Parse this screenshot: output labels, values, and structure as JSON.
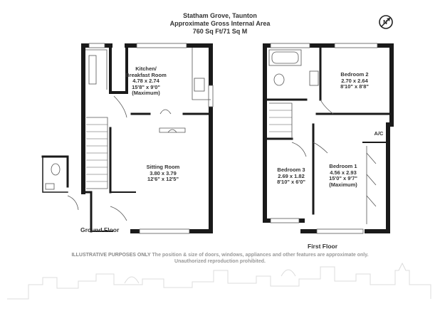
{
  "header": {
    "line1": "Statham Grove, Taunton",
    "line2": "Approximate Gross Internal Area",
    "line3": "760 Sq Ft/71 Sq M"
  },
  "compass": {
    "icon": "north-arrow-icon",
    "letter": "N"
  },
  "ground_floor": {
    "label": "Ground Floor",
    "kitchen": {
      "name": "Kitchen/",
      "name2": "Breakfast Room",
      "metric": "4.78 x 2.74",
      "imperial": "15'8\" x 9'0\"",
      "note": "(Maximum)"
    },
    "sitting": {
      "name": "Sitting Room",
      "metric": "3.80 x 3.79",
      "imperial": "12'6\" x 12'5\""
    }
  },
  "first_floor": {
    "label": "First Floor",
    "bedroom2": {
      "name": "Bedroom 2",
      "metric": "2.70 x 2.64",
      "imperial": "8'10\" x 8'8\""
    },
    "bedroom3": {
      "name": "Bedroom 3",
      "metric": "2.69 x 1.82",
      "imperial": "8'10\" x 6'0\""
    },
    "bedroom1": {
      "name": "Bedroom 1",
      "metric": "4.56 x 2.93",
      "imperial": "15'0\" x 9'7\"",
      "note": "(Maximum)"
    },
    "ac": "A/C"
  },
  "disclaimer": {
    "lead": "ILLUSTRATIVE PURPOSES ONLY",
    "rest": "The position & size of doors, windows, appliances and other features are approximate only.",
    "line2": "Unauthorized reproduction prohibited."
  },
  "colors": {
    "wall": "#1a1a1a",
    "line": "#555555",
    "text": "#333333",
    "skyline": "#d8d8d8"
  }
}
